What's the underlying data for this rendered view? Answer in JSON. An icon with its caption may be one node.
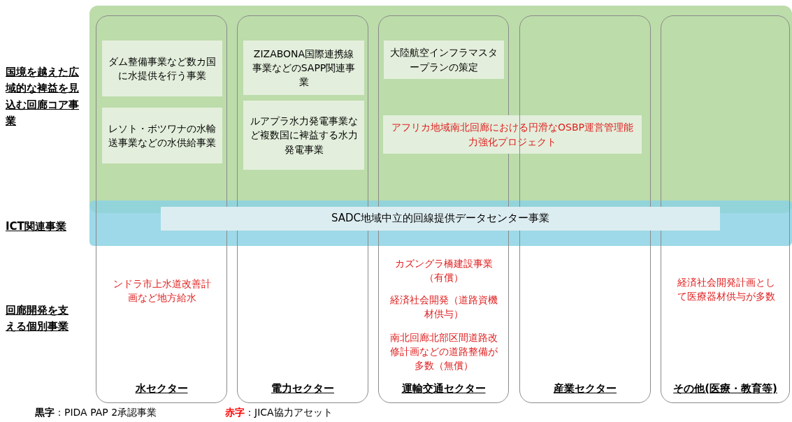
{
  "diagram": {
    "nodes": [
      {
        "text": [
          "水セクター"
        ]
      },
      {
        "text": [
          "ダム整備事業など数カ国に水提供を行う事業"
        ],
        "in": 0
      },
      {
        "text": [
          "レソト・ボツワナの水輸送事業などの水供給事業"
        ],
        "in": 0
      },
      {
        "text": [
          "ンドラ市上水道改善計画など地方給水"
        ],
        "in": 0
      },
      {
        "text": [
          "電力セクター"
        ]
      },
      {
        "text": [
          "ZIZABONA国際連携線事業などのSAPP関連事業"
        ],
        "in": 4
      },
      {
        "text": [
          "ルアプラ水力発電事業など複数国に裨益する水力発電事業"
        ],
        "in": 4
      },
      {
        "text": [
          "運輸交通セクター"
        ]
      },
      {
        "text": [
          "大陸航空インフラマスタープランの策定"
        ],
        "in": 7
      },
      {
        "text": [
          "アフリカ地域南北回廊における円滑なOSBP運営管理能力強化プロジェクト"
        ]
      },
      {
        "text": [
          "カズングラ橋建設事業（有償）"
        ],
        "in": 7
      },
      {
        "text": [
          "経済社会開発（道路資機材供与）"
        ],
        "in": 7
      },
      {
        "text": [
          "南北回廊北部区間道路改修計画などの道路整備が多数（無償）"
        ],
        "in": 7
      },
      {
        "text": [
          "産業セクター"
        ]
      },
      {
        "text": [
          "その他(医療・教育等)"
        ]
      },
      {
        "text": [
          "経済社会開発計画として医療器材供与が多数"
        ],
        "in": 14
      },
      {
        "text": [
          "SADC地域中立的回線提供データセンター事業"
        ]
      }
    ],
    "labels": [
      "国境を越えた広域的な裨益を見込む回廊コア事業",
      "ICT関連事業",
      "回廊開発を支える個別事業"
    ],
    "legend": [
      {
        "text": "黒字：PIDA PAP 2承認事業",
        "color": "#000000"
      },
      {
        "text": "赤字：JICA協力アセット",
        "color": "#ff0000"
      }
    ]
  }
}
